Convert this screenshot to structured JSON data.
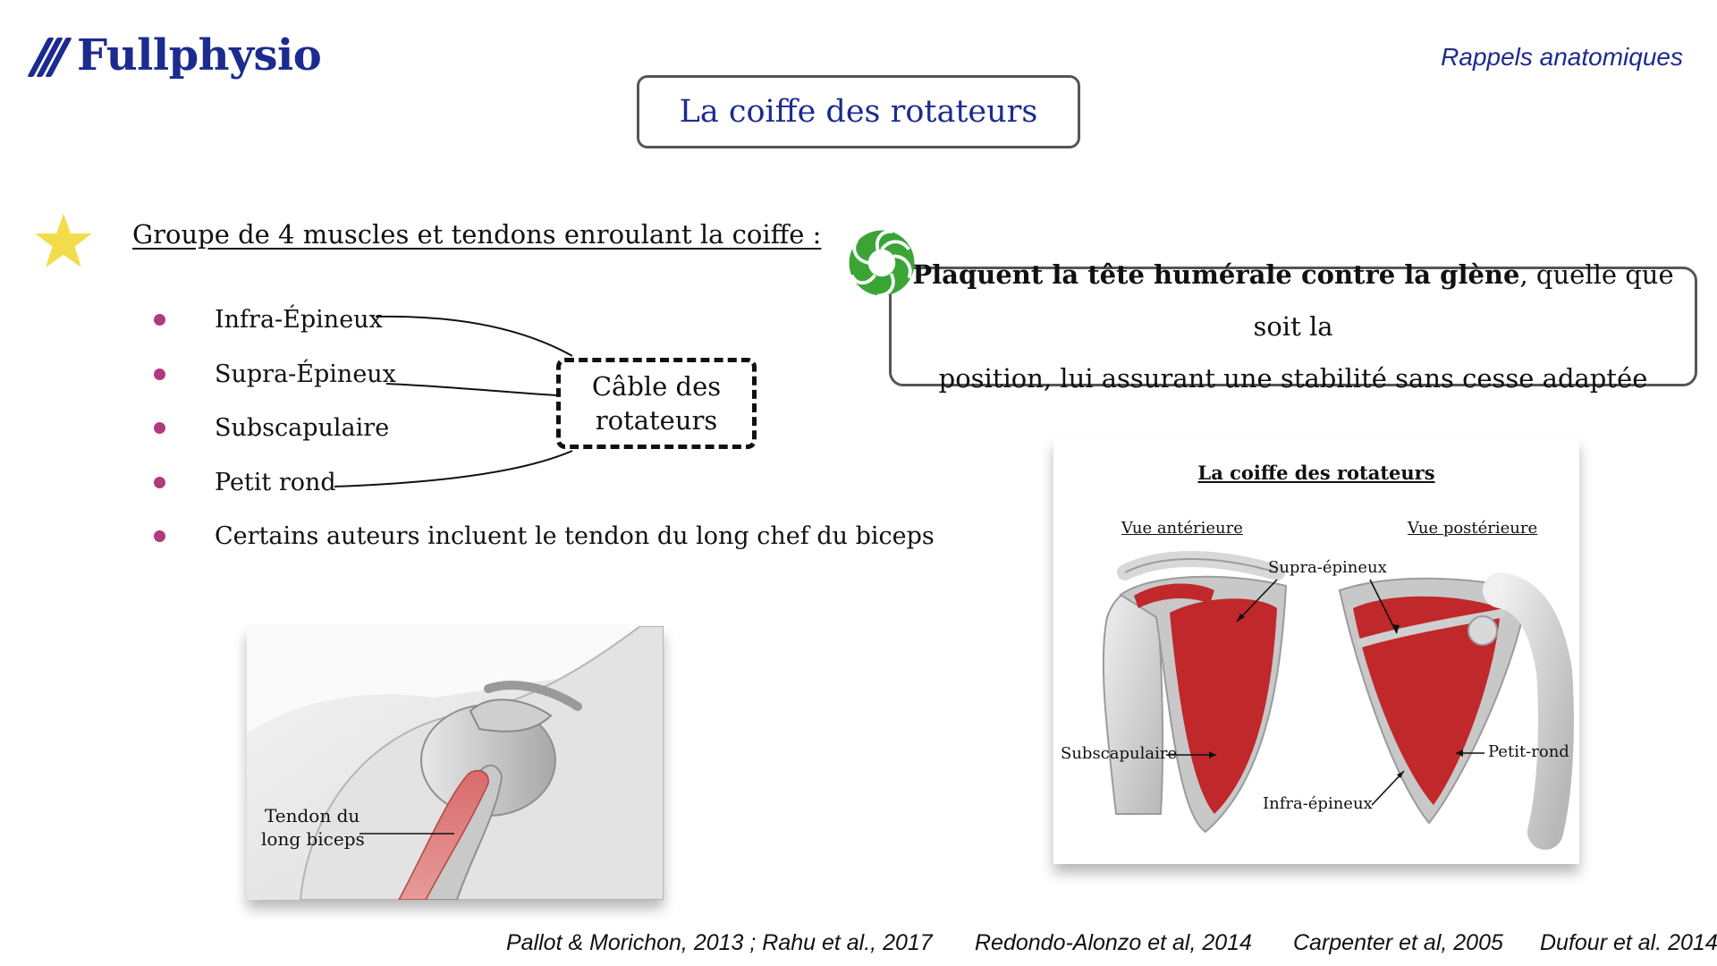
{
  "header": {
    "brand": "Fullphysio",
    "section_label": "Rappels anatomiques",
    "title": "La coiffe des rotateurs"
  },
  "left": {
    "heading": "Groupe de 4 muscles et tendons enroulant la coiffe :",
    "bullets": [
      "Infra-Épineux",
      "Supra-Épineux",
      "Subscapulaire",
      "Petit rond",
      "Certains auteurs incluent le tendon du long chef du biceps"
    ],
    "cable_line1": "Câble des",
    "cable_line2": "rotateurs"
  },
  "callout": {
    "bold": "Plaquent la tête humérale contre la glène",
    "rest1": ", quelle que soit la",
    "line2": "position, lui assurant une stabilité sans cesse adaptée"
  },
  "figure_shoulder": {
    "label_line1": "Tendon du",
    "label_line2": "long biceps"
  },
  "figure_cuff": {
    "title": "La coiffe des rotateurs",
    "view_anterior": "Vue antérieure",
    "view_posterior": "Vue postérieure",
    "label_supra": "Supra-épineux",
    "label_subscap": "Subscapulaire",
    "label_infra": "Infra-épineux",
    "label_petit": "Petit-rond"
  },
  "references": [
    "Pallot & Morichon, 2013 ; Rahu et al., 2017",
    "Redondo-Alonzo et al, 2014",
    "Carpenter et al, 2005",
    "Dufour et al. 2014"
  ],
  "colors": {
    "brand_blue": "#1c2b8f",
    "bullet": "#b03a7e",
    "star": "#f3dc4a",
    "aperture": "#3aa535",
    "muscle_red": "#c0282b"
  }
}
